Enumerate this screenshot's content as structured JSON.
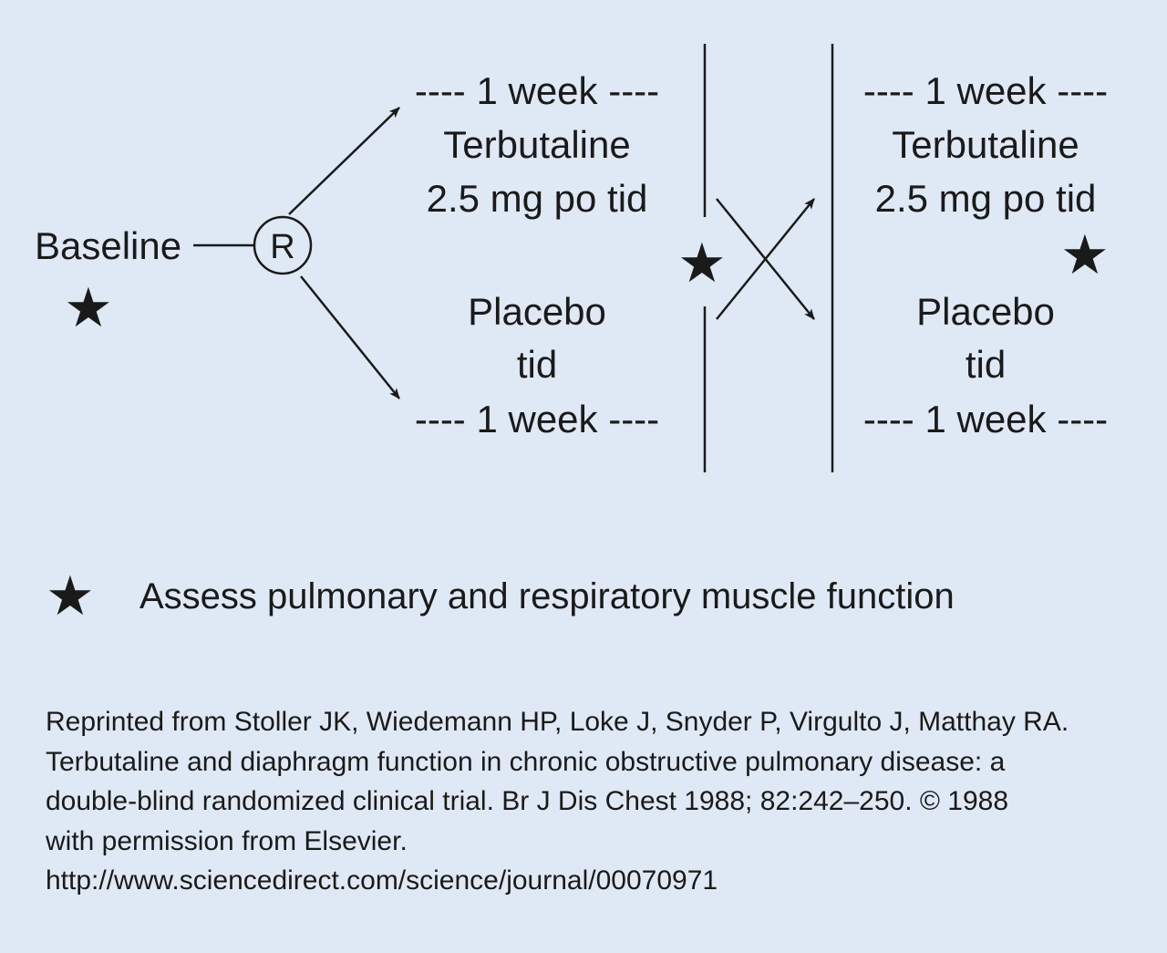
{
  "diagram": {
    "baseline": "Baseline",
    "randomization": "R",
    "period1": {
      "top_duration": "---- 1 week ----",
      "drug_name": "Terbutaline",
      "drug_dose": "2.5 mg po tid",
      "placebo_name": "Placebo",
      "placebo_dose": "tid",
      "bottom_duration": "---- 1 week ----"
    },
    "period2": {
      "top_duration": "---- 1 week ----",
      "drug_name": "Terbutaline",
      "drug_dose": "2.5 mg po tid",
      "placebo_name": "Placebo",
      "placebo_dose": "tid",
      "bottom_duration": "---- 1 week ----"
    },
    "star_glyph": "★"
  },
  "legend": {
    "star_glyph": "★",
    "text": "Assess pulmonary and respiratory muscle function"
  },
  "citation": {
    "lines": [
      "Reprinted from Stoller JK, Wiedemann HP, Loke J, Snyder P, Virgulto J, Matthay RA.",
      "Terbutaline and diaphragm function in chronic obstructive pulmonary disease: a",
      "double-blind randomized clinical trial. Br J Dis Chest 1988; 82:242–250. © 1988",
      "with permission from Elsevier.",
      "http://www.sciencedirect.com/science/journal/00070971"
    ]
  },
  "colors": {
    "background": "#dfe9f5",
    "ink": "#1a1a1a"
  }
}
